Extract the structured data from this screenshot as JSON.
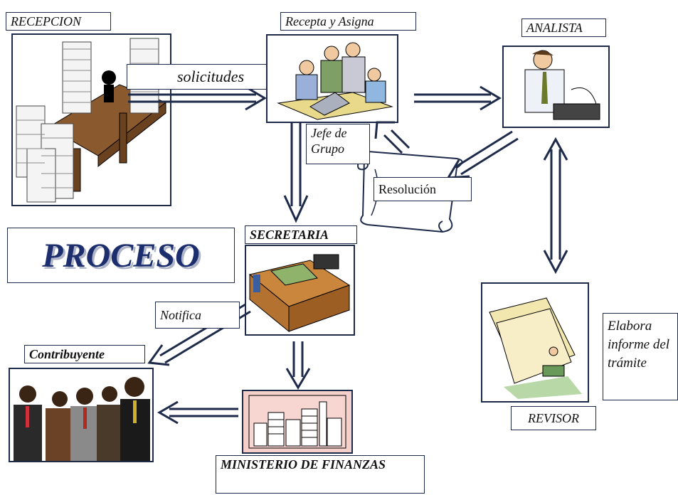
{
  "title": "PROCESO",
  "nodes": {
    "recepcion": "RECEPCION",
    "recepta": "Recepta y Asigna",
    "analista": "ANALISTA",
    "secretaria": "SECRETARIA",
    "revisor": "REVISOR",
    "contribuyente": "Contribuyente",
    "ministerio": "MINISTERIO DE FINANZAS"
  },
  "labels": {
    "solicitudes": "solicitudes",
    "jefe": "Jefe de Grupo",
    "resolucion": "Resolución",
    "notifica": "Notifica",
    "elabora": "Elabora informe del trámite"
  },
  "colors": {
    "arrow": "#1e2a4a",
    "title": "#1c2e6e"
  }
}
